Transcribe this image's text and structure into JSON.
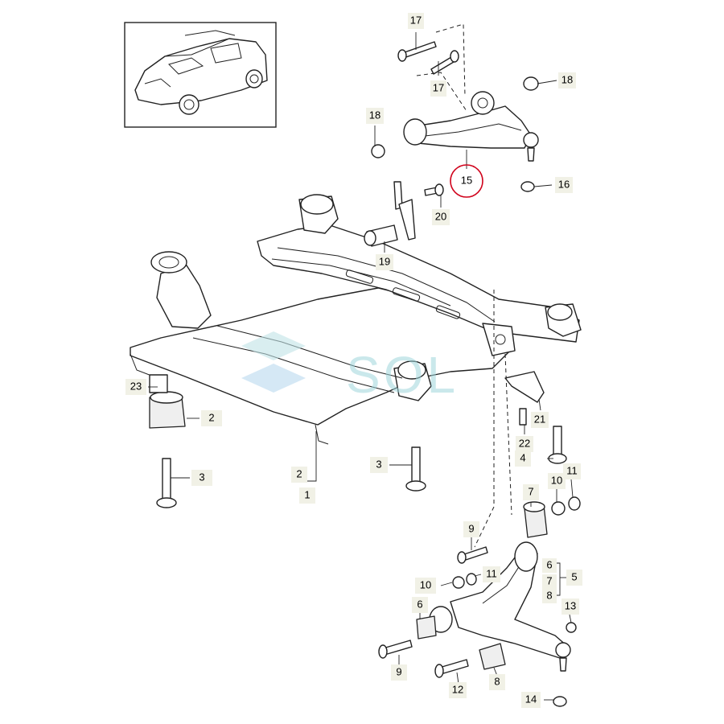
{
  "callouts": {
    "c1": "1",
    "c2a": "2",
    "c2b": "2",
    "c3": "3",
    "c4": "4",
    "c5": "5",
    "c6a": "6",
    "c6b": "6",
    "c7a": "7",
    "c7b": "7",
    "c8a": "8",
    "c8b": "8",
    "c9a": "9",
    "c9b": "9",
    "c10a": "10",
    "c10b": "10",
    "c11a": "11",
    "c11b": "11",
    "c12": "12",
    "c13": "13",
    "c14": "14",
    "c15": "15",
    "c16": "16",
    "c17a": "17",
    "c17b": "17",
    "c18a": "18",
    "c18b": "18",
    "c19": "19",
    "c20": "20",
    "c21": "21",
    "c22": "22",
    "c23": "23",
    "c3b": "3"
  },
  "highlight_color": "#d0021b",
  "label_bg_color": "#f1f1e6",
  "watermark": "SOL"
}
